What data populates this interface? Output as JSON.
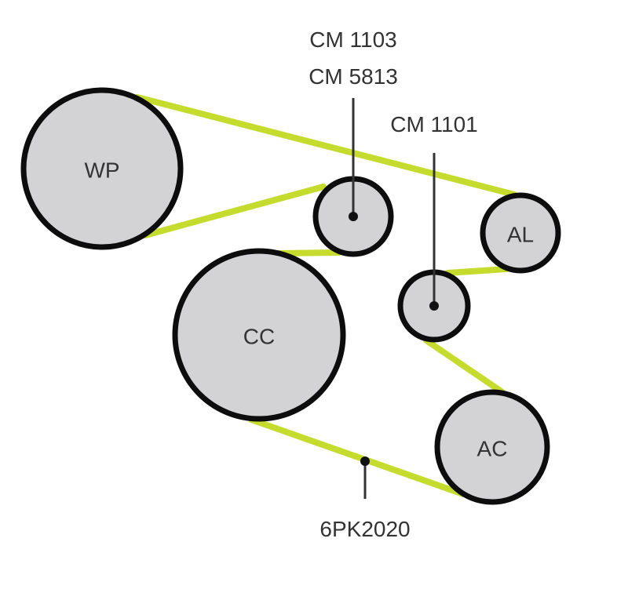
{
  "pulleys": {
    "wp": "WP",
    "al": "AL",
    "cc": "CC",
    "ac": "AC"
  },
  "labels": {
    "idler_top_line1": "CM 1103",
    "idler_top_line2": "CM 5813",
    "idler_mid": "CM 1101",
    "belt": "6PK2020"
  },
  "colors": {
    "belt": "#c5dc2e",
    "pulley_fill": "#d3d3d6",
    "pulley_stroke": "#0d0d0d"
  }
}
